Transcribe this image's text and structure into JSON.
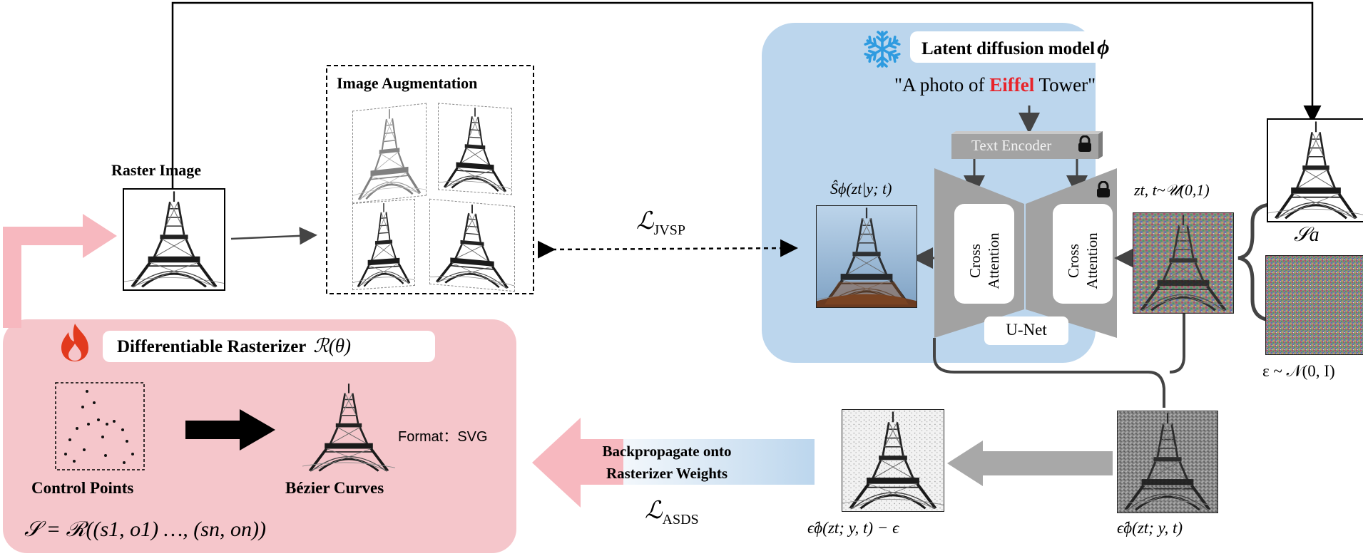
{
  "raster_image": {
    "label": "Raster Image"
  },
  "augmentation": {
    "title": "Image Augmentation"
  },
  "loss_jvsp": {
    "main": "ℒ",
    "sub": "JVSP"
  },
  "ldm": {
    "title": "Latent diffusion model",
    "phi": "ϕ",
    "prompt_pre": "\"A photo of ",
    "prompt_highlight": "Eiffel",
    "prompt_post": " Tower\"",
    "text_encoder": "Text Encoder",
    "cross_attention_left": "Cross Attention",
    "cross_attention_right": "Cross Attention",
    "unet": "U-Net",
    "pred_label": "Ŝϕ(zt|y; t)",
    "zt_label": "zt, t~𝒰(0,1)"
  },
  "sa_label": "𝒮a",
  "noise_label": "ε ~ 𝒩(0, I)",
  "eps_hat_label": "ϵ̂ϕ(zt; y, t)",
  "eps_diff_label": "ϵ̂ϕ(zt; y, t) − ϵ",
  "backprop": {
    "line1": "Backpropagate onto",
    "line2": "Rasterizer Weights"
  },
  "loss_asds": {
    "main": "ℒ",
    "sub": "ASDS"
  },
  "rasterizer": {
    "title": "Differentiable Rasterizer",
    "func": "ℛ(θ)",
    "control_points": "Control Points",
    "bezier": "Bézier Curves",
    "format": "Format：SVG",
    "formula": "𝒮 = ℛ((s1, o1) …, (sn, on))"
  },
  "colors": {
    "pink_panel": "#f5c6cb",
    "pink_arrow": "#f7b8bf",
    "blue_panel": "#bcd6ed",
    "gray_unet": "#9e9e9e",
    "eiffel_red": "#e8232a",
    "snow_blue": "#2e9be0",
    "fire_red": "#e23a1e"
  },
  "icons": [
    "snowflake-icon",
    "fire-icon",
    "lock-icon"
  ]
}
